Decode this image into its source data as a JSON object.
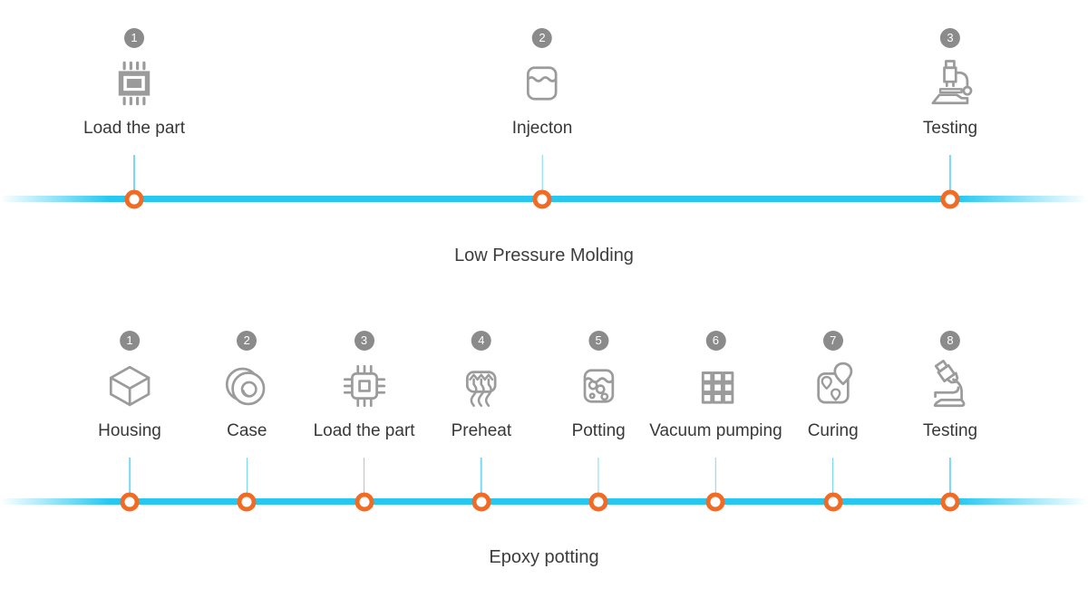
{
  "colors": {
    "timeline_line": "#26c8f2",
    "connector_line": "#79d9f4",
    "marker_ring": "#f26b24",
    "marker_center": "#ffffff",
    "badge_background": "#8b8b8b",
    "badge_number": "#ffffff",
    "icon_gray": "#9b9b9b",
    "text": "#3a3a3a"
  },
  "timelines": [
    {
      "title": "Low Pressure Molding",
      "steps": [
        {
          "number": "1",
          "label": "Load the part",
          "icon": "chip-filled"
        },
        {
          "number": "2",
          "label": "Injecton",
          "icon": "injection-tank"
        },
        {
          "number": "3",
          "label": "Testing",
          "icon": "microscope"
        }
      ]
    },
    {
      "title": "Epoxy potting",
      "steps": [
        {
          "number": "1",
          "label": "Housing",
          "icon": "cube"
        },
        {
          "number": "2",
          "label": "Case",
          "icon": "case-roll"
        },
        {
          "number": "3",
          "label": "Load the part",
          "icon": "chip-outline"
        },
        {
          "number": "4",
          "label": "Preheat",
          "icon": "preheat-arrows"
        },
        {
          "number": "5",
          "label": "Potting",
          "icon": "potting-tank"
        },
        {
          "number": "6",
          "label": "Vacuum pumping",
          "icon": "grid-squares"
        },
        {
          "number": "7",
          "label": "Curing",
          "icon": "curing-pins"
        },
        {
          "number": "8",
          "label": "Testing",
          "icon": "microscope-tilted"
        }
      ]
    }
  ]
}
